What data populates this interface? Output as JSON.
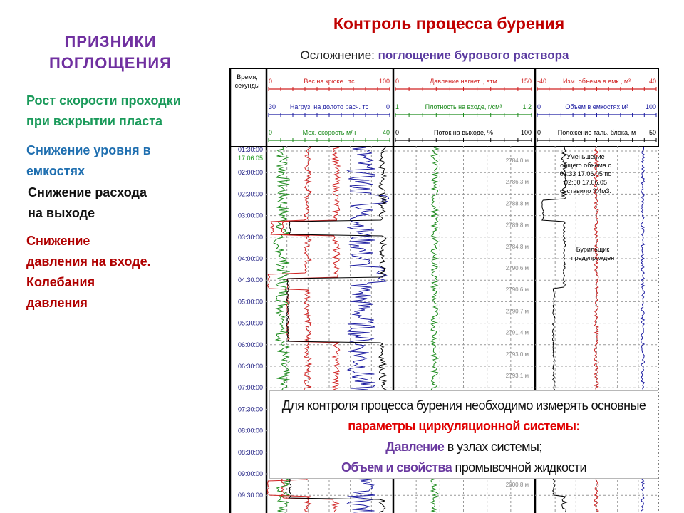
{
  "left": {
    "heading": [
      "ПРИЗНИКИ",
      "ПОГЛОЩЕНИЯ"
    ],
    "signs": [
      {
        "lines": [
          "Рост скорости проходки",
          "при вскрытии пласта"
        ],
        "color": "#1a9a5a"
      },
      {
        "lines": [
          "Снижение уровня в",
          "емкостях"
        ],
        "color": "#1f6fb0"
      },
      {
        "lines": [
          "Снижение расхода",
          "на выходе"
        ],
        "color": "#111111"
      },
      {
        "lines": [
          "Снижение",
          "давления на входе.",
          "Колебания",
          "давления"
        ],
        "color": "#b00000"
      }
    ]
  },
  "title": "Контроль процесса бурения",
  "subtitle": {
    "prefix": "Осложнение:",
    "highlight": "поглощение бурового раствора"
  },
  "log": {
    "time_header": [
      "Время,",
      "секунды"
    ],
    "tracks": [
      {
        "curves": [
          {
            "min": "0",
            "label": "Вес на крюке , тс",
            "max": "100",
            "color": "#d02020"
          },
          {
            "min": "30",
            "label": "Нагруз. на долото расч. тс",
            "max": "0",
            "color": "#1a1aa0"
          },
          {
            "min": "0",
            "label": "Мех. скорость м/ч",
            "max": "40",
            "color": "#1a8a1a"
          }
        ]
      },
      {
        "curves": [
          {
            "min": "0",
            "label": "Давление нагнет. , атм",
            "max": "150",
            "color": "#d02020"
          },
          {
            "min": "1",
            "label": "Плотность на входе, г/см³",
            "max": "1.2",
            "color": "#1a8a1a"
          },
          {
            "min": "0",
            "label": "Поток на выходе, %",
            "max": "100",
            "color": "#000000"
          }
        ]
      },
      {
        "curves": [
          {
            "min": "-40",
            "label": "Изм. объема в емк., м³",
            "max": "40",
            "color": "#d02020"
          },
          {
            "min": "0",
            "label": "Объем в емкостях м³",
            "max": "100",
            "color": "#1a1aa0"
          },
          {
            "min": "0",
            "label": "Положение таль. блока, м",
            "max": "50",
            "color": "#000000"
          }
        ]
      }
    ],
    "date": "17.06.05",
    "times": [
      "01:30:00",
      "02:00:00",
      "02:30:00",
      "03:00:00",
      "03:30:00",
      "04:00:00",
      "04:30:00",
      "05:00:00",
      "05:30:00",
      "06:00:00",
      "06:30:00",
      "07:00:00",
      "07:30:00",
      "08:00:00",
      "08:30:00",
      "09:00:00",
      "09:30:00"
    ],
    "depths": [
      "2784.0 м",
      "2786.3 м",
      "2788.8 м",
      "2789.8 м",
      "2784.8 м",
      "2790.6 м",
      "2790.6 м",
      "2790.7 м",
      "2791.4 м",
      "2793.0 м",
      "2793.1 м",
      "2000.8 м"
    ],
    "annotations": {
      "volume_loss": [
        "Уменьшение",
        "общего объема с",
        "01:33 17.06.05 по",
        "02:50 17.06.05",
        "составило 3.4м3."
      ],
      "driller": [
        "Бурильщик",
        "предупрежден"
      ]
    }
  },
  "overlay": {
    "line1": "Для контроля процесса бурения необходимо  измерять основные",
    "line2": "параметры циркуляционной системы:",
    "line3_bold": "Давление",
    "line3_rest": " в узлах системы;",
    "line4_bold": "Объем и свойства",
    "line4_rest": " промывочной жидкости"
  }
}
